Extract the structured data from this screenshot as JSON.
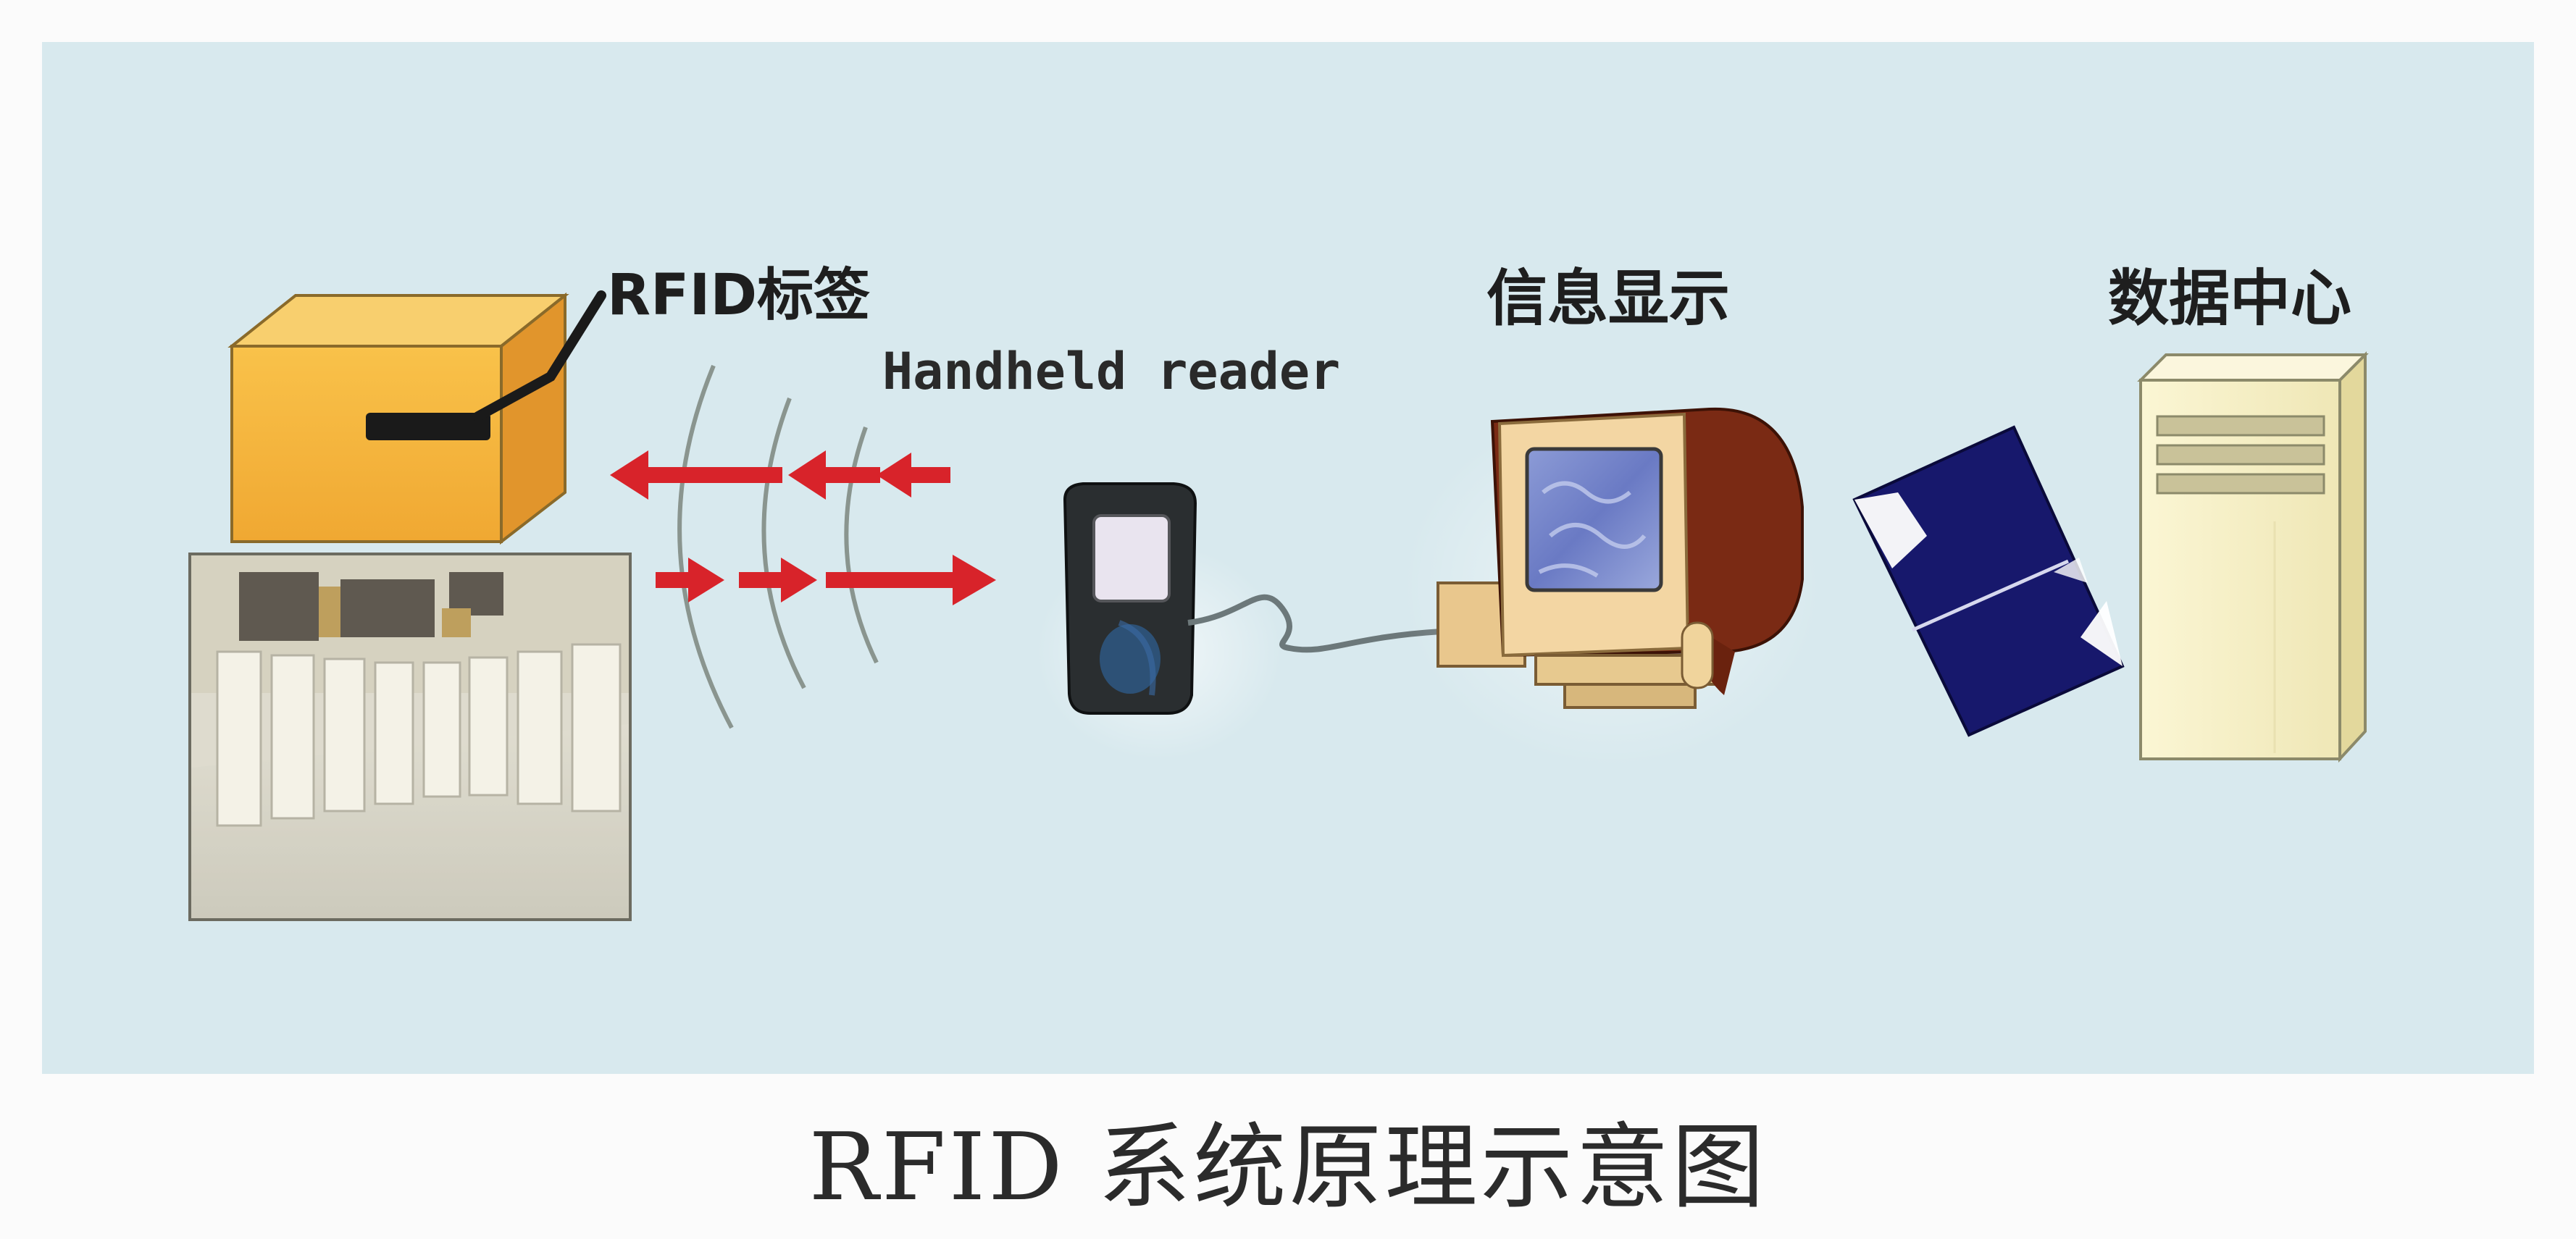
{
  "labels": {
    "rfid_tag": "RFID标签",
    "handheld_reader": "Handheld reader",
    "info_display": "信息显示",
    "data_center": "数据中心"
  },
  "caption": {
    "latin": "RFID",
    "chinese": "系统原理示意图"
  },
  "icons": {
    "tagged_box": "cardboard-box-icon",
    "warehouse": "warehouse-photo",
    "radio_waves": "rf-wave-icon",
    "reader": "handheld-reader-icon",
    "monitor": "crt-monitor-icon",
    "network": "network-link-icon",
    "server": "tower-server-icon"
  },
  "colors": {
    "panel_background": "#d8e9ee",
    "arrow": "#d8232a",
    "box": "#f4b53f",
    "network_slab": "#16186a",
    "server_body": "#f4eec3"
  }
}
